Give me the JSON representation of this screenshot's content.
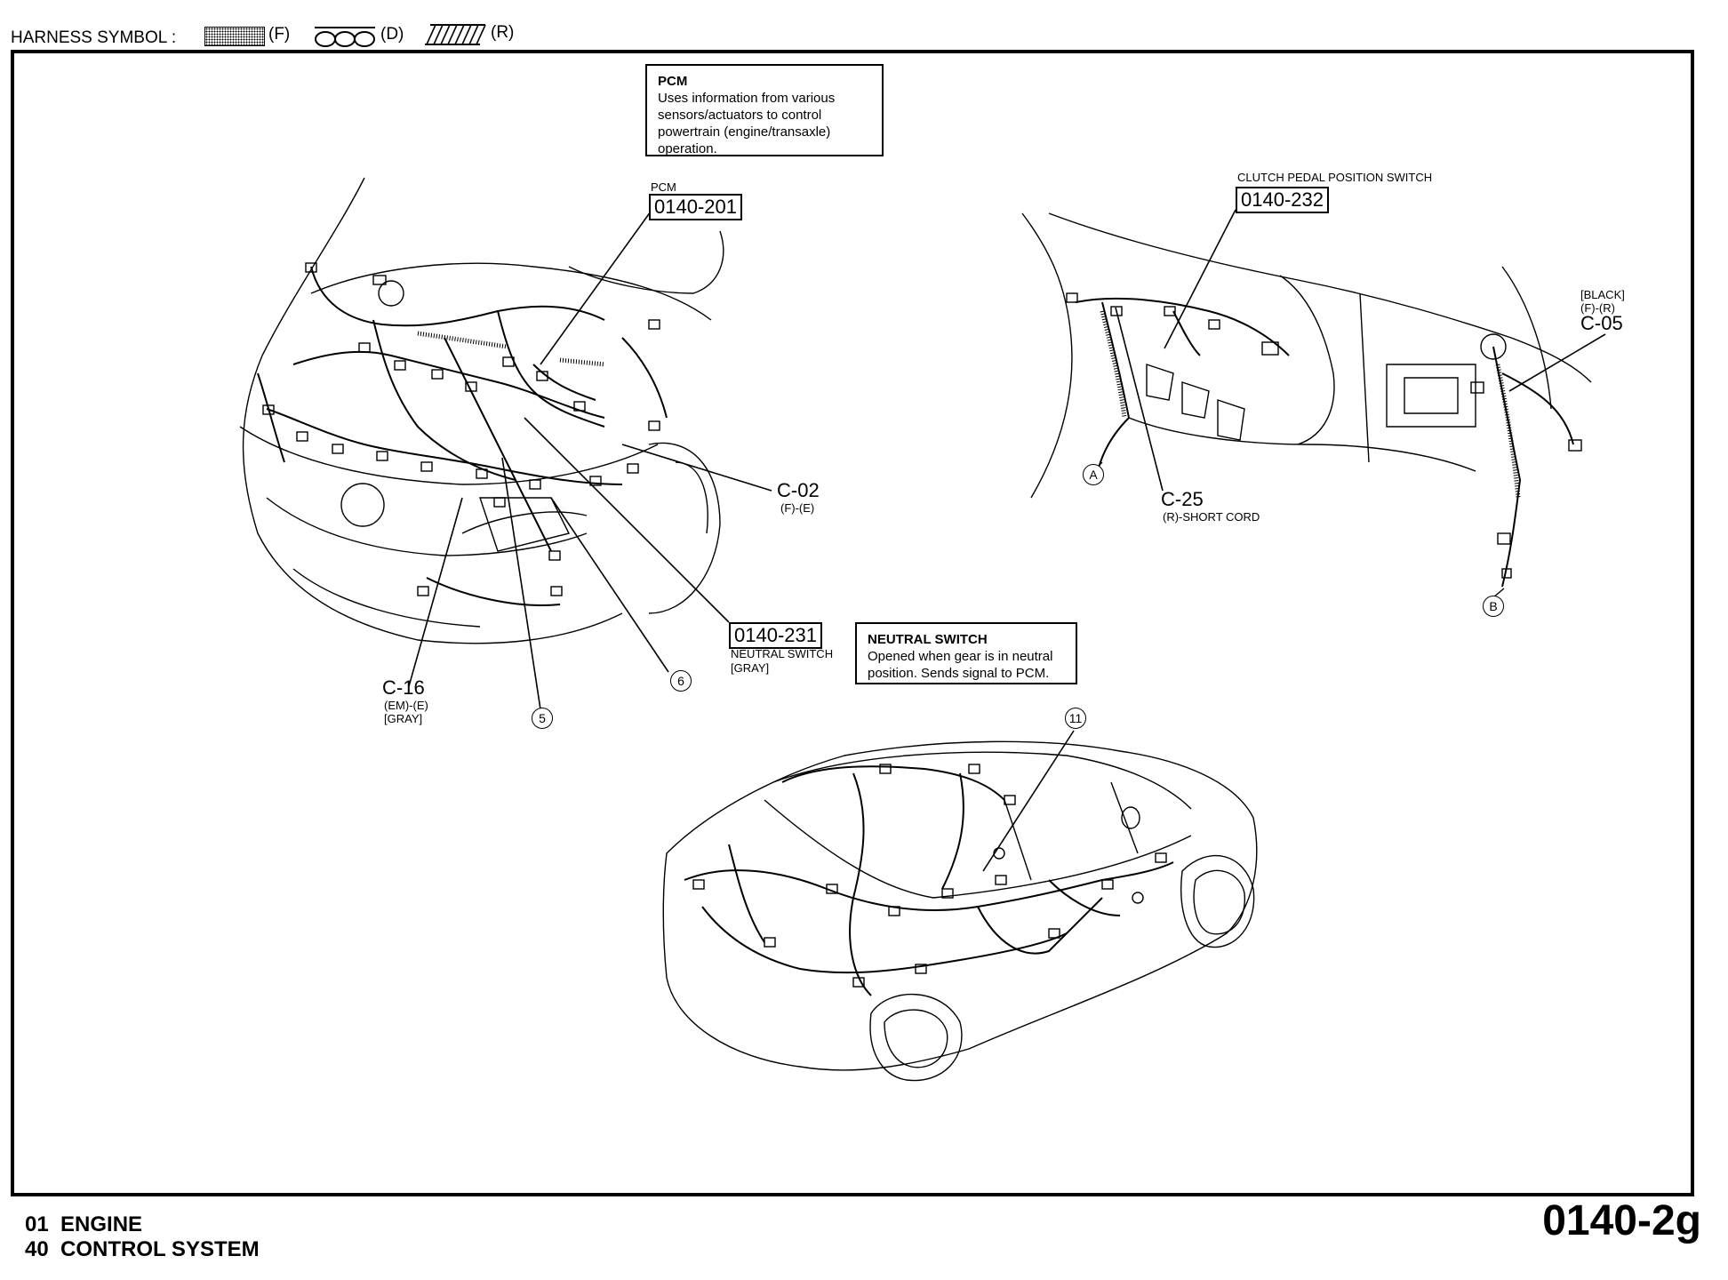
{
  "header": {
    "harness_symbol_label": "HARNESS SYMBOL :",
    "symbols": [
      {
        "icon": "dotted-harness-icon",
        "text": "(F)"
      },
      {
        "icon": "circles-harness-icon",
        "text": "(D)"
      },
      {
        "icon": "hatched-harness-icon",
        "text": "(R)"
      }
    ]
  },
  "pcm_box": {
    "title": "PCM",
    "body": [
      "Uses information from various",
      "sensors/actuators to control",
      "powertrain (engine/transaxle)",
      "operation."
    ]
  },
  "neutral_box": {
    "title": "NEUTRAL SWITCH",
    "body": [
      "Opened when gear is in neutral",
      "position. Sends signal to PCM."
    ]
  },
  "labels": {
    "pcm_small": "PCM",
    "pcm_code": "0140-201",
    "clutch_small": "CLUTCH PEDAL POSITION SWITCH",
    "clutch_code": "0140-232",
    "neutral_code": "0140-231",
    "neutral_small_1": "NEUTRAL SWITCH",
    "neutral_small_2": "[GRAY]",
    "c02": "C-02",
    "c02_sub": "(F)-(E)",
    "c16": "C-16",
    "c16_sub1": "(EM)-(E)",
    "c16_sub2": "[GRAY]",
    "c25": "C-25",
    "c25_sub": "(R)-SHORT CORD",
    "c05_sub1": "[BLACK]",
    "c05_sub2": "(F)-(R)",
    "c05": "C-05",
    "circle_5": "5",
    "circle_6": "6",
    "circle_11": "11",
    "circle_a": "A",
    "circle_b": "B"
  },
  "footer": {
    "line1_num": "01",
    "line1_text": "ENGINE",
    "line2_num": "40",
    "line2_text": "CONTROL SYSTEM",
    "page_code": "0140-2g"
  }
}
